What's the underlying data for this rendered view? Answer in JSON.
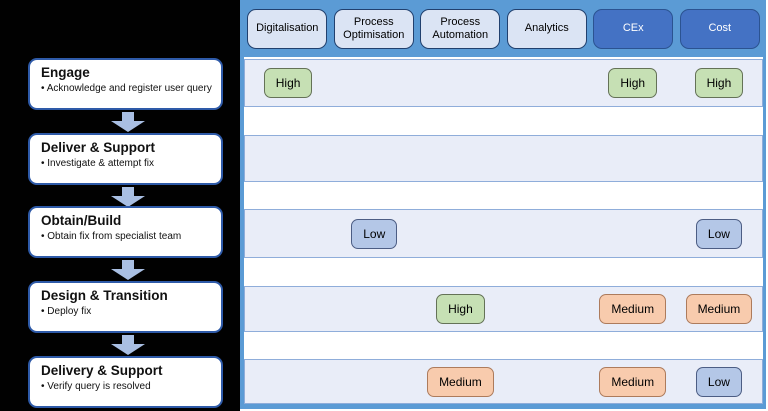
{
  "flow": {
    "stages": [
      {
        "title": "Engage",
        "detail": "Acknowledge and register user query"
      },
      {
        "title": "Deliver & Support",
        "detail": "Investigate & attempt fix"
      },
      {
        "title": "Obtain/Build",
        "detail": "Obtain fix from specialist team"
      },
      {
        "title": "Design & Transition",
        "detail": "Deploy fix"
      },
      {
        "title": "Delivery & Support",
        "detail": "Verify query is resolved"
      }
    ]
  },
  "matrix": {
    "columns": [
      {
        "label": "Digitalisation",
        "variant": "light"
      },
      {
        "label": "Process Optimisation",
        "variant": "light"
      },
      {
        "label": "Process Automation",
        "variant": "light"
      },
      {
        "label": "Analytics",
        "variant": "light"
      },
      {
        "label": "CEx",
        "variant": "dark"
      },
      {
        "label": "Cost",
        "variant": "dark"
      }
    ],
    "rows": [
      {
        "stage": "Engage",
        "cells": {
          "c0": {
            "label": "High",
            "level": "high"
          },
          "c4": {
            "label": "High",
            "level": "high"
          },
          "c5": {
            "label": "High",
            "level": "high"
          }
        }
      },
      {
        "stage": "Deliver & Support",
        "cells": {}
      },
      {
        "stage": "Obtain/Build",
        "cells": {
          "c1": {
            "label": "Low",
            "level": "low"
          },
          "c5": {
            "label": "Low",
            "level": "low"
          }
        }
      },
      {
        "stage": "Design & Transition",
        "cells": {
          "c2": {
            "label": "High",
            "level": "high"
          },
          "c4": {
            "label": "Medium",
            "level": "medium"
          },
          "c5": {
            "label": "Medium",
            "level": "medium"
          }
        }
      },
      {
        "stage": "Delivery & Support",
        "cells": {
          "c2": {
            "label": "Medium",
            "level": "medium"
          },
          "c4": {
            "label": "Medium",
            "level": "medium"
          },
          "c5": {
            "label": "Low",
            "level": "low"
          }
        }
      }
    ]
  },
  "colors": {
    "panel_blue": "#5b9bd5",
    "header_light_fill": "#dbe4f4",
    "header_dark_fill": "#4472c4",
    "row_fill": "#e9edf8",
    "high_fill": "#c6e0b4",
    "medium_fill": "#f8cbad",
    "low_fill": "#b4c7e7",
    "arrow_fill": "#a9bfe3"
  }
}
